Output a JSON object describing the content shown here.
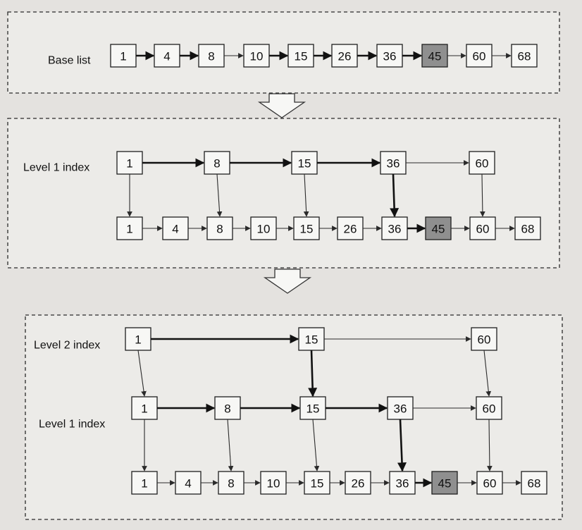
{
  "diagram": {
    "panels": [
      {
        "id": "base",
        "rows": [
          {
            "label": "Base list",
            "nodes": [
              {
                "value": "1"
              },
              {
                "value": "4"
              },
              {
                "value": "8"
              },
              {
                "value": "10"
              },
              {
                "value": "15"
              },
              {
                "value": "26"
              },
              {
                "value": "36"
              },
              {
                "value": "45",
                "highlight": true
              },
              {
                "value": "60"
              },
              {
                "value": "68"
              }
            ]
          }
        ]
      },
      {
        "id": "one-level",
        "rows": [
          {
            "label": "Level 1 index",
            "nodes": [
              {
                "value": "1"
              },
              {
                "value": "8"
              },
              {
                "value": "15"
              },
              {
                "value": "36"
              },
              {
                "value": "60"
              }
            ]
          },
          {
            "label": "",
            "nodes": [
              {
                "value": "1"
              },
              {
                "value": "4"
              },
              {
                "value": "8"
              },
              {
                "value": "10"
              },
              {
                "value": "15"
              },
              {
                "value": "26"
              },
              {
                "value": "36"
              },
              {
                "value": "45",
                "highlight": true
              },
              {
                "value": "60"
              },
              {
                "value": "68"
              }
            ]
          }
        ]
      },
      {
        "id": "two-level",
        "rows": [
          {
            "label": "Level 2 index",
            "nodes": [
              {
                "value": "1"
              },
              {
                "value": "15"
              },
              {
                "value": "60"
              }
            ]
          },
          {
            "label": "Level 1 index",
            "nodes": [
              {
                "value": "1"
              },
              {
                "value": "8"
              },
              {
                "value": "15"
              },
              {
                "value": "36"
              },
              {
                "value": "60"
              }
            ]
          },
          {
            "label": "",
            "nodes": [
              {
                "value": "1"
              },
              {
                "value": "4"
              },
              {
                "value": "8"
              },
              {
                "value": "10"
              },
              {
                "value": "15"
              },
              {
                "value": "26"
              },
              {
                "value": "36"
              },
              {
                "value": "45",
                "highlight": true
              },
              {
                "value": "60"
              },
              {
                "value": "68"
              }
            ]
          }
        ]
      }
    ],
    "colors": {
      "highlight_fill": "#8f8f8f",
      "node_fill": "#f7f7f5",
      "line": "#1e1e1e"
    }
  }
}
